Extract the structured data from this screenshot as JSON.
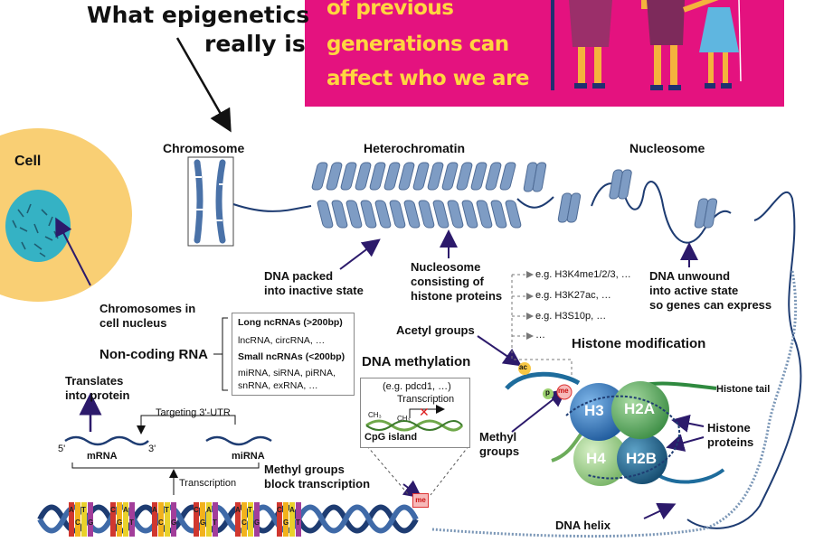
{
  "header": {
    "headline_line1": "What epigenetics",
    "headline_line2": "really is",
    "banner_lines": [
      "of previous",
      "generations can",
      "affect who we are"
    ]
  },
  "labels": {
    "cell": "Cell",
    "chromosome": "Chromosome",
    "heterochromatin": "Heterochromatin",
    "nucleosome": "Nucleosome",
    "chromosomes_nucleus": [
      "Chromosomes in",
      "cell nucleus"
    ],
    "dna_packed": [
      "DNA packed",
      "into inactive state"
    ],
    "nucleosome_consisting": [
      "Nucleosome",
      "consisting of",
      "histone proteins"
    ],
    "dna_unwound": [
      "DNA unwound",
      "into active state",
      "so genes can express"
    ],
    "acetyl_groups": "Acetyl groups",
    "dna_methylation": "DNA methylation",
    "histone_modification": "Histone modification",
    "histone_tail": "Histone tail",
    "histone_proteins": [
      "Histone",
      "proteins"
    ],
    "methyl_groups": [
      "Methyl",
      "groups"
    ],
    "methyl_block": [
      "Methyl groups",
      "block transcription"
    ],
    "dna_helix": "DNA helix",
    "translates": [
      "Translates",
      "into protein"
    ],
    "targeting": "Targeting 3'-UTR",
    "mrna": "mRNA",
    "mirna": "miRNA",
    "five_prime": "5'",
    "three_prime": "3'",
    "transcription": "Transcription",
    "noncoding_rna": "Non-coding RNA"
  },
  "rna_box": {
    "long_title": "Long ncRNAs (>200bp)",
    "long_items": "lncRNA, circRNA, …",
    "small_title": "Small ncRNAs (<200bp)",
    "small_items_1": "miRNA, siRNA, piRNA,",
    "small_items_2": "snRNA, exRNA, …"
  },
  "methylation_box": {
    "example": "(e.g. pdcd1, …)",
    "transcription": "Transcription",
    "ch3": "CH₃",
    "cpg": "CpG island"
  },
  "histone_marks": [
    "e.g. H3K4me1/2/3, …",
    "e.g. H3K27ac, …",
    "e.g. H3S10p, …",
    "…"
  ],
  "histones": {
    "h3": "H3",
    "h2a": "H2A",
    "h4": "H4",
    "h2b": "H2B",
    "ac": "ac",
    "me": "me",
    "p": "p",
    "me_dna": "me"
  },
  "dna_bases": [
    [
      "A",
      "C",
      "T",
      "G"
    ],
    [
      "C",
      "G",
      "A",
      "T"
    ],
    [
      "A",
      "C",
      "T",
      "G"
    ],
    [
      "C",
      "G",
      "A",
      "T"
    ],
    [
      "A",
      "C",
      "T",
      "G"
    ],
    [
      "C",
      "G",
      "A",
      "T"
    ]
  ],
  "colors": {
    "banner": "#e4127f",
    "banner_text": "#ffd640",
    "cell_outer": "#f9cf74",
    "nucleus": "#35b2c4",
    "nucleosome": "#7e9cc4",
    "dna_line": "#1e3c72",
    "h3": "#2a6fb3",
    "h2a": "#5aa85e",
    "h4": "#9bcf8a",
    "h2b": "#1f5f86",
    "arrow": "#2c1a6b"
  }
}
